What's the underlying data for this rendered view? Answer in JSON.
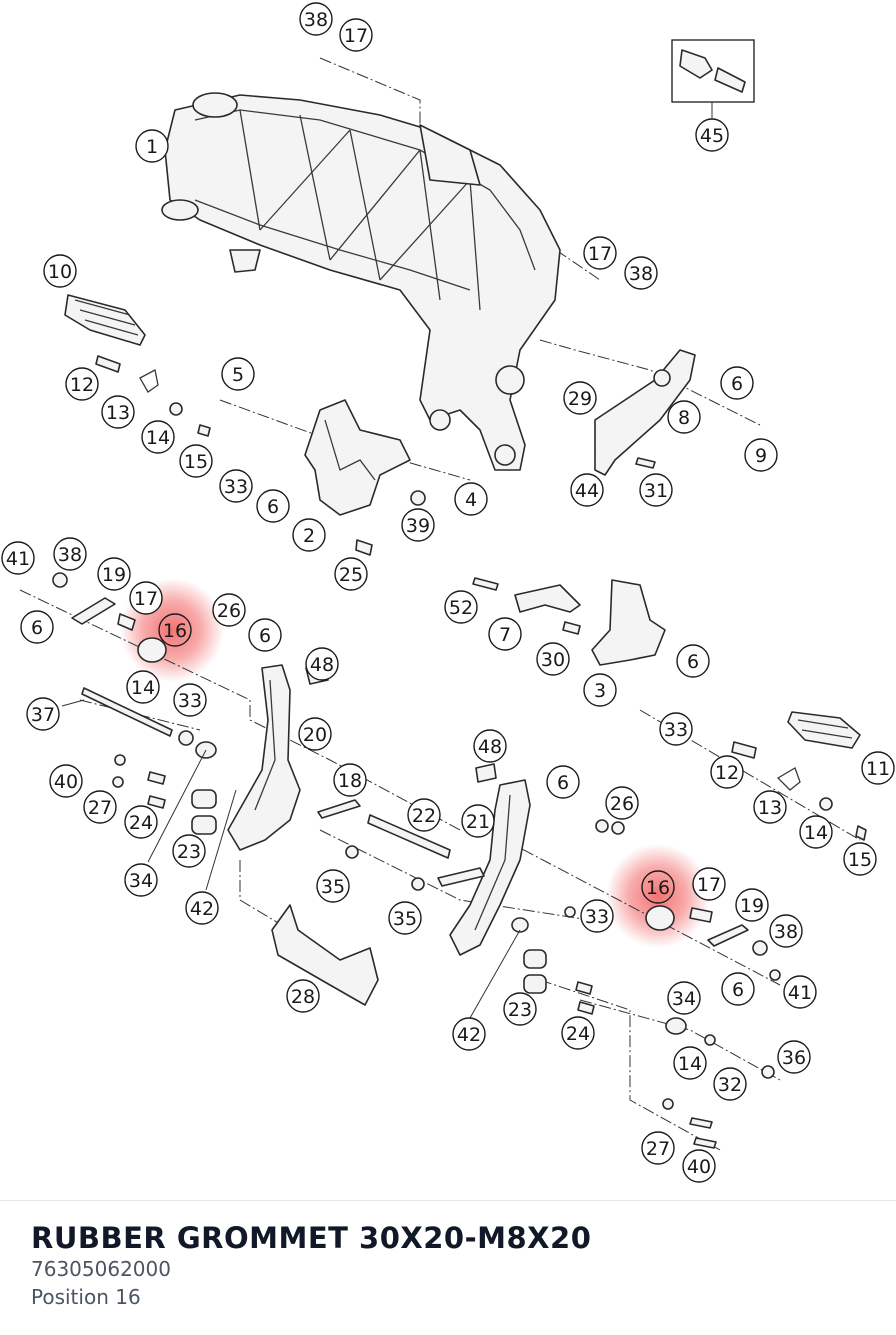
{
  "part": {
    "title": "RUBBER GROMMET 30X20-M8X20",
    "number": "76305062000",
    "position": "Position 16"
  },
  "colors": {
    "highlight": "#ef4444",
    "line": "#1a1a1a",
    "title": "#111827",
    "meta": "#4b5563"
  },
  "callouts": [
    {
      "label": "38"
    },
    {
      "label": "17"
    },
    {
      "label": "45"
    },
    {
      "label": "1"
    },
    {
      "label": "17"
    },
    {
      "label": "38"
    },
    {
      "label": "10"
    },
    {
      "label": "12"
    },
    {
      "label": "13"
    },
    {
      "label": "14"
    },
    {
      "label": "15"
    },
    {
      "label": "5"
    },
    {
      "label": "33"
    },
    {
      "label": "6"
    },
    {
      "label": "2"
    },
    {
      "label": "25"
    },
    {
      "label": "39"
    },
    {
      "label": "4"
    },
    {
      "label": "29"
    },
    {
      "label": "8"
    },
    {
      "label": "6"
    },
    {
      "label": "9"
    },
    {
      "label": "44"
    },
    {
      "label": "31"
    },
    {
      "label": "41"
    },
    {
      "label": "38"
    },
    {
      "label": "19"
    },
    {
      "label": "6"
    },
    {
      "label": "17"
    },
    {
      "label": "16",
      "highlighted": true
    },
    {
      "label": "26"
    },
    {
      "label": "6"
    },
    {
      "label": "48"
    },
    {
      "label": "14"
    },
    {
      "label": "33"
    },
    {
      "label": "37"
    },
    {
      "label": "20"
    },
    {
      "label": "40"
    },
    {
      "label": "27"
    },
    {
      "label": "24"
    },
    {
      "label": "18"
    },
    {
      "label": "22"
    },
    {
      "label": "23"
    },
    {
      "label": "34"
    },
    {
      "label": "42"
    },
    {
      "label": "35"
    },
    {
      "label": "35"
    },
    {
      "label": "28"
    },
    {
      "label": "52"
    },
    {
      "label": "7"
    },
    {
      "label": "30"
    },
    {
      "label": "3"
    },
    {
      "label": "6"
    },
    {
      "label": "33"
    },
    {
      "label": "11"
    },
    {
      "label": "12"
    },
    {
      "label": "13"
    },
    {
      "label": "14"
    },
    {
      "label": "15"
    },
    {
      "label": "48"
    },
    {
      "label": "6"
    },
    {
      "label": "26"
    },
    {
      "label": "21"
    },
    {
      "label": "33"
    },
    {
      "label": "16",
      "highlighted": true
    },
    {
      "label": "17"
    },
    {
      "label": "19"
    },
    {
      "label": "38"
    },
    {
      "label": "6"
    },
    {
      "label": "41"
    },
    {
      "label": "34"
    },
    {
      "label": "23"
    },
    {
      "label": "42"
    },
    {
      "label": "24"
    },
    {
      "label": "14"
    },
    {
      "label": "36"
    },
    {
      "label": "32"
    },
    {
      "label": "27"
    },
    {
      "label": "40"
    }
  ]
}
